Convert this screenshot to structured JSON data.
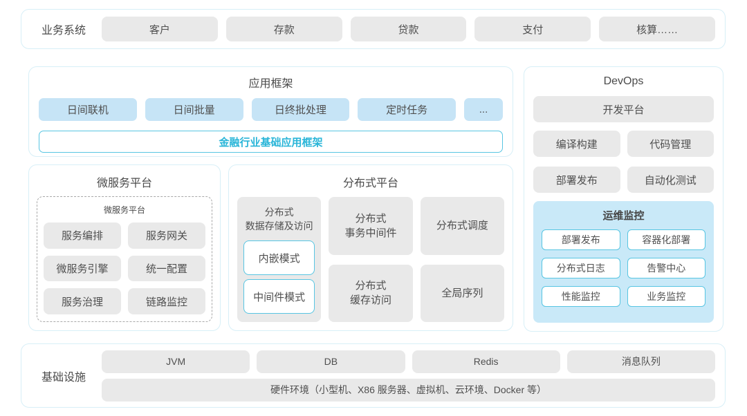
{
  "colors": {
    "section_border": "#d7eff7",
    "gray_box": "#e9e9e9",
    "blue_box": "#c6e4f6",
    "accent_border": "#57c5e2",
    "accent_text": "#29b5d8",
    "monitor_bg": "#c9e9f8",
    "text": "#4f4f4f"
  },
  "business_systems": {
    "label": "业务系统",
    "items": [
      "客户",
      "存款",
      "贷款",
      "支付",
      "核算……"
    ]
  },
  "app_framework": {
    "title": "应用框架",
    "items": [
      "日间联机",
      "日间批量",
      "日终批处理",
      "定时任务",
      "..."
    ],
    "base": "金融行业基础应用框架"
  },
  "devops": {
    "title": "DevOps",
    "dev_platform": "开发平台",
    "items": [
      "编译构建",
      "代码管理",
      "部署发布",
      "自动化测试"
    ],
    "monitor": {
      "title": "运维监控",
      "items": [
        "部署发布",
        "容器化部署",
        "分布式日志",
        "告警中心",
        "性能监控",
        "业务监控"
      ]
    }
  },
  "microservices": {
    "title": "微服务平台",
    "inner_title": "微服务平台",
    "items": [
      "服务编排",
      "服务网关",
      "微服务引擎",
      "统一配置",
      "服务治理",
      "链路监控"
    ]
  },
  "distributed": {
    "title": "分布式平台",
    "storage": {
      "title": "分布式\n数据存储及访问",
      "modes": [
        "内嵌模式",
        "中间件模式"
      ]
    },
    "middle": [
      "分布式\n事务中间件",
      "分布式\n缓存访问"
    ],
    "right": [
      "分布式调度",
      "全局序列"
    ]
  },
  "infrastructure": {
    "label": "基础设施",
    "items": [
      "JVM",
      "DB",
      "Redis",
      "消息队列"
    ],
    "hardware": "硬件环境（小型机、X86 服务器、虚拟机、云环境、Docker 等）"
  }
}
